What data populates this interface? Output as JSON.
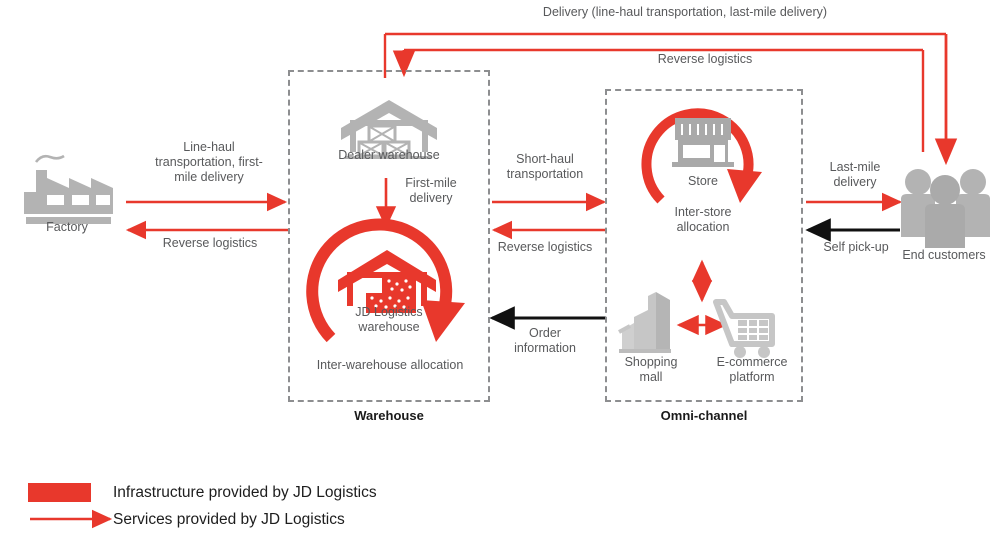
{
  "diagram": {
    "title": "JD Logistics supply chain flow",
    "colors": {
      "red": "#e8382c",
      "gray_icon": "#b3b3b3",
      "gray_text": "#58595b",
      "black_arrow": "#000000",
      "dashed_border": "#8d8e90"
    }
  },
  "groups": [
    {
      "id": "warehouse",
      "label": "Warehouse"
    },
    {
      "id": "omni_channel",
      "label": "Omni-channel"
    }
  ],
  "nodes": [
    {
      "id": "factory",
      "label": "Factory",
      "icon": "factory-icon"
    },
    {
      "id": "dealer_warehouse",
      "label": "Dealer warehouse",
      "icon": "warehouse-icon"
    },
    {
      "id": "jd_warehouse",
      "label": "JD Logistics\nwarehouse",
      "icon": "jd-warehouse-icon",
      "cycle_label": "Inter-warehouse allocation"
    },
    {
      "id": "store",
      "label": "Store",
      "icon": "store-icon",
      "cycle_label": "Inter-store\nallocation"
    },
    {
      "id": "shopping_mall",
      "label": "Shopping\nmall",
      "icon": "shopping-mall-icon"
    },
    {
      "id": "ecommerce_platform",
      "label": "E-commerce\nplatform",
      "icon": "shopping-cart-icon"
    },
    {
      "id": "end_customers",
      "label": "End customers",
      "icon": "people-icon"
    }
  ],
  "flows": [
    {
      "id": "line_haul",
      "label": "Line-haul\ntransportation, first-\nmile delivery",
      "color": "red"
    },
    {
      "id": "reverse_factory",
      "label": "Reverse logistics",
      "color": "red"
    },
    {
      "id": "first_mile",
      "label": "First-mile\ndelivery",
      "color": "red"
    },
    {
      "id": "short_haul",
      "label": "Short-haul\ntransportation",
      "color": "red"
    },
    {
      "id": "reverse_mid",
      "label": "Reverse logistics",
      "color": "red"
    },
    {
      "id": "order_information",
      "label": "Order\ninformation",
      "color": "black"
    },
    {
      "id": "last_mile",
      "label": "Last-mile\ndelivery",
      "color": "red"
    },
    {
      "id": "self_pickup",
      "label": "Self pick-up",
      "color": "black"
    },
    {
      "id": "delivery_top",
      "label": "Delivery (line-haul transportation, last-mile delivery)",
      "color": "red"
    },
    {
      "id": "reverse_top",
      "label": "Reverse logistics",
      "color": "red"
    }
  ],
  "legend": {
    "items": [
      {
        "id": "infrastructure",
        "marker": "swatch",
        "label": "Infrastructure provided by JD Logistics"
      },
      {
        "id": "services",
        "marker": "arrow",
        "label": "Services provided by JD Logistics"
      }
    ]
  }
}
